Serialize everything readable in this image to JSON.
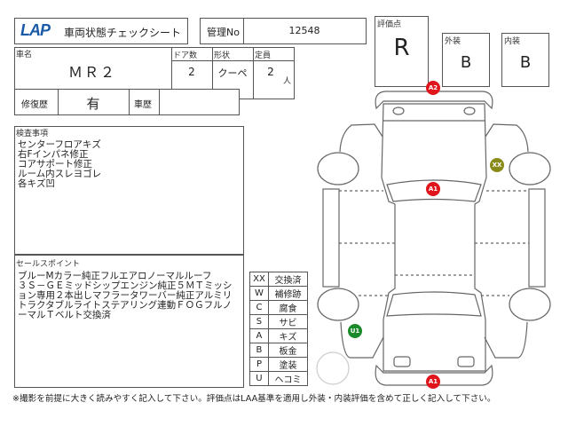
{
  "header": {
    "logo": "LAP",
    "title": "車両状態チェックシート",
    "kanri_label": "管理No",
    "kanri_value": "12548"
  },
  "grades": {
    "overall_label": "評価点",
    "overall": "R",
    "exterior_label": "外装",
    "exterior": "B",
    "interior_label": "内装",
    "interior": "B"
  },
  "vehicle": {
    "name_label": "車名",
    "name": "ＭＲ２",
    "doors_label": "ドア数",
    "doors": "2",
    "shape_label": "形状",
    "shape": "クーペ",
    "capacity_label": "定員",
    "capacity": "2",
    "capacity_unit": "人"
  },
  "history": {
    "repair_label": "修復歴",
    "repair": "有",
    "car_history_label": "車歴",
    "car_history": ""
  },
  "inspection": {
    "label": "検査事項",
    "lines": [
      "センターフロアキズ",
      "右Fインパネ修正",
      "コアサポート修正",
      "ルーム内スレヨゴレ",
      "各キズ凹"
    ]
  },
  "sales": {
    "label": "セールスポイント",
    "lines": [
      "ブルーMカラー純正フルエアロノーマルルーフ",
      "３Ｓ－ＧＥミッドシップエンジン純正５ＭＴミッシ",
      "ョン専用２本出しマフラータワーバー純正アルミリ",
      "トラクタブルライトステアリング連動ＦＯＧフルノ",
      "ーマルＴベルト交換済"
    ]
  },
  "legend": [
    [
      "XX",
      "交換済"
    ],
    [
      "W",
      "補修跡"
    ],
    [
      "C",
      "腐食"
    ],
    [
      "S",
      "サビ"
    ],
    [
      "A",
      "キズ"
    ],
    [
      "B",
      "板金"
    ],
    [
      "P",
      "塗装"
    ],
    [
      "U",
      "ヘコミ"
    ]
  ],
  "markers": [
    {
      "code": "A2",
      "color": "#e0151b"
    },
    {
      "code": "A1",
      "color": "#e0151b"
    },
    {
      "code": "XX",
      "color": "#8a8a1a"
    },
    {
      "code": "U1",
      "color": "#1a8a2a"
    },
    {
      "code": "A1",
      "color": "#e0151b"
    }
  ],
  "footnote": "※撮影を前提に大きく読みやすく記入して下さい。評価点はLAA基準を適用し外装・内装評価を含めて正しく記入して下さい。"
}
